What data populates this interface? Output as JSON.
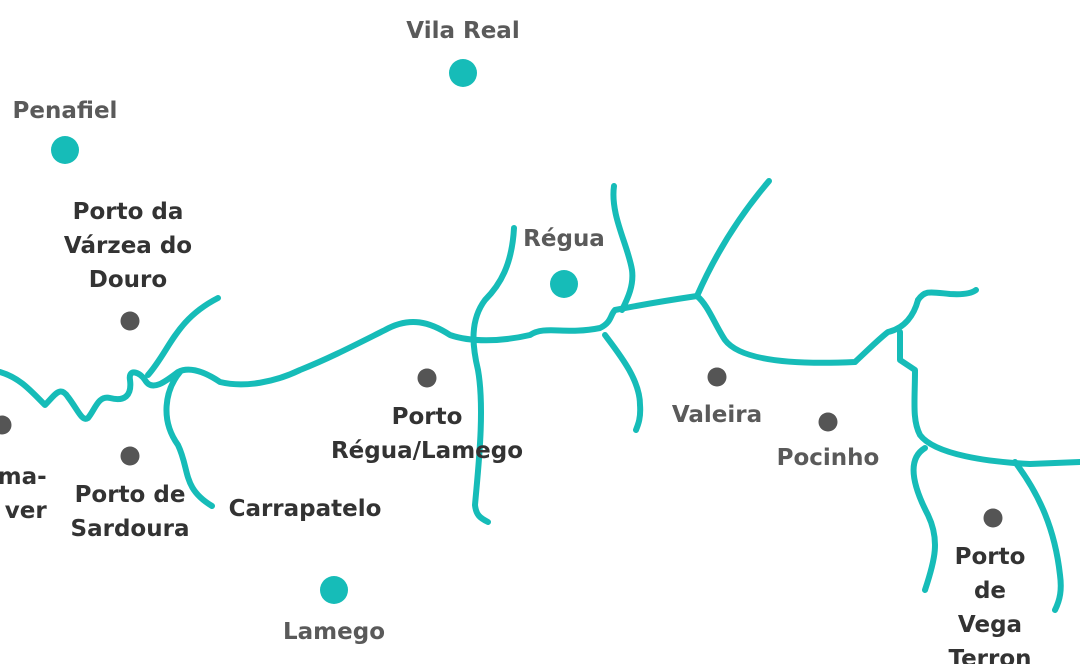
{
  "colors": {
    "river": "#16bcb8",
    "city_dot": "#16bcb8",
    "stop_dot": "#555555",
    "city_label": "#5a5a5a",
    "port_label": "#333333"
  },
  "places": {
    "vila_real": "Vila Real",
    "penafiel": "Penafiel",
    "regua": "Régua",
    "lamego": "Lamego",
    "porto_varzea": "Porto da\nVárzea do\nDouro",
    "porto_sardoura": "Porto de\nSardoura",
    "carrapatelo": "Carrapatelo",
    "porto_regua_lamego": "Porto\nRégua/Lamego",
    "valeira": "Valeira",
    "pocinho": "Pocinho",
    "porto_vega_terron": "Porto de\nVega Terron",
    "clipped_left": "uma-\nver"
  }
}
